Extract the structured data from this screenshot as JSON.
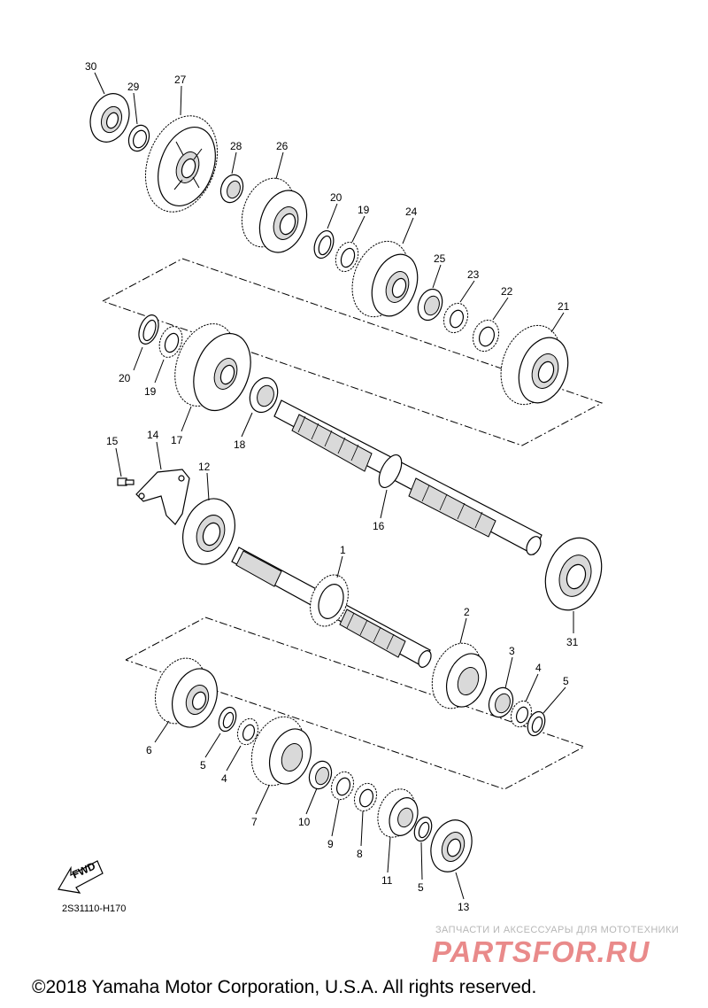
{
  "diagram": {
    "code": "2S31110-H170",
    "fwd_label": "FWD",
    "callouts": [
      {
        "id": "c30",
        "text": "30"
      },
      {
        "id": "c29",
        "text": "29"
      },
      {
        "id": "c27",
        "text": "27"
      },
      {
        "id": "c28",
        "text": "28"
      },
      {
        "id": "c26",
        "text": "26"
      },
      {
        "id": "c20a",
        "text": "20"
      },
      {
        "id": "c19a",
        "text": "19"
      },
      {
        "id": "c24",
        "text": "24"
      },
      {
        "id": "c25",
        "text": "25"
      },
      {
        "id": "c23",
        "text": "23"
      },
      {
        "id": "c22",
        "text": "22"
      },
      {
        "id": "c21",
        "text": "21"
      },
      {
        "id": "c20b",
        "text": "20"
      },
      {
        "id": "c19b",
        "text": "19"
      },
      {
        "id": "c17",
        "text": "17"
      },
      {
        "id": "c18",
        "text": "18"
      },
      {
        "id": "c15",
        "text": "15"
      },
      {
        "id": "c14",
        "text": "14"
      },
      {
        "id": "c12",
        "text": "12"
      },
      {
        "id": "c16",
        "text": "16"
      },
      {
        "id": "c1",
        "text": "1"
      },
      {
        "id": "c31",
        "text": "31"
      },
      {
        "id": "c2",
        "text": "2"
      },
      {
        "id": "c3",
        "text": "3"
      },
      {
        "id": "c4a",
        "text": "4"
      },
      {
        "id": "c5a",
        "text": "5"
      },
      {
        "id": "c6",
        "text": "6"
      },
      {
        "id": "c5b",
        "text": "5"
      },
      {
        "id": "c4b",
        "text": "4"
      },
      {
        "id": "c7",
        "text": "7"
      },
      {
        "id": "c10",
        "text": "10"
      },
      {
        "id": "c9",
        "text": "9"
      },
      {
        "id": "c8",
        "text": "8"
      },
      {
        "id": "c11",
        "text": "11"
      },
      {
        "id": "c5c",
        "text": "5"
      },
      {
        "id": "c13",
        "text": "13"
      }
    ]
  },
  "watermark": {
    "caption": "ЗАПЧАСТИ И АКСЕССУАРЫ ДЛЯ МОТОТЕХНИКИ",
    "logo": "PARTSFOR.RU"
  },
  "footer": {
    "copyright": "©2018 Yamaha Motor Corporation, U.S.A. All rights reserved."
  }
}
